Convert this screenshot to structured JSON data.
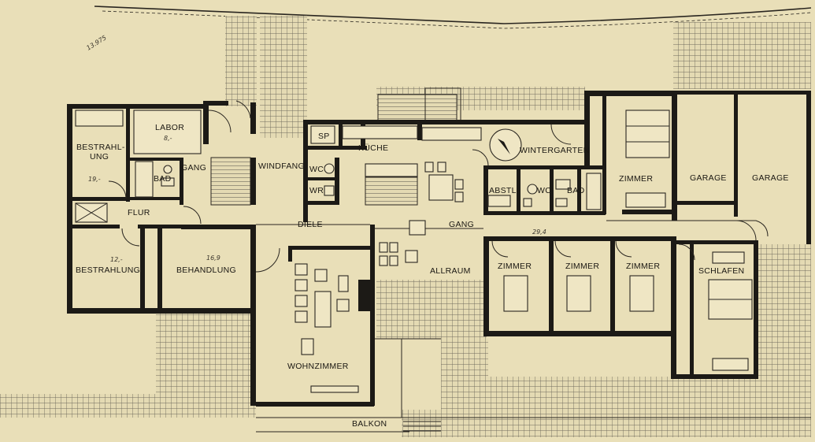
{
  "colors": {
    "paper": "#e9dfb8",
    "ink": "#1c1a16",
    "paving": "#8a8474"
  },
  "annotations": {
    "elevation_mark": "13.975",
    "area_labor": "8,-",
    "area_bestrahlung_top": "19,-",
    "area_bestrahlung_bottom": "12,-",
    "area_behandlung": "16,9",
    "area_gang": "29,4"
  },
  "rooms": {
    "labor": "LABOR",
    "bestrahlung_top_1": "BESTRAHL-",
    "bestrahlung_top_2": "UNG",
    "bad_left": "BAD",
    "gang_small": "GANG",
    "flur": "FLUR",
    "bestrahlung_bottom": "BESTRAHLUNG",
    "behandlung": "BEHANDLUNG",
    "windfang": "WINDFANG",
    "sp": "SP",
    "kueche": "KÜCHE",
    "wc_left": "WC",
    "wr": "WR",
    "diele": "DIELE",
    "wintergarten": "WINTERGARTEN",
    "abstl": "ABSTL",
    "wc_right": "WC",
    "bad_right": "BAD",
    "zimmer_top": "ZIMMER",
    "garage_1": "GARAGE",
    "garage_2": "GARAGE",
    "gang_main": "GANG",
    "allraum": "ALLRAUM",
    "zimmer_1": "ZIMMER",
    "zimmer_2": "ZIMMER",
    "zimmer_3": "ZIMMER",
    "schlafen": "SCHLAFEN",
    "wohnzimmer": "WOHNZIMMER",
    "balkon": "BALKON"
  }
}
